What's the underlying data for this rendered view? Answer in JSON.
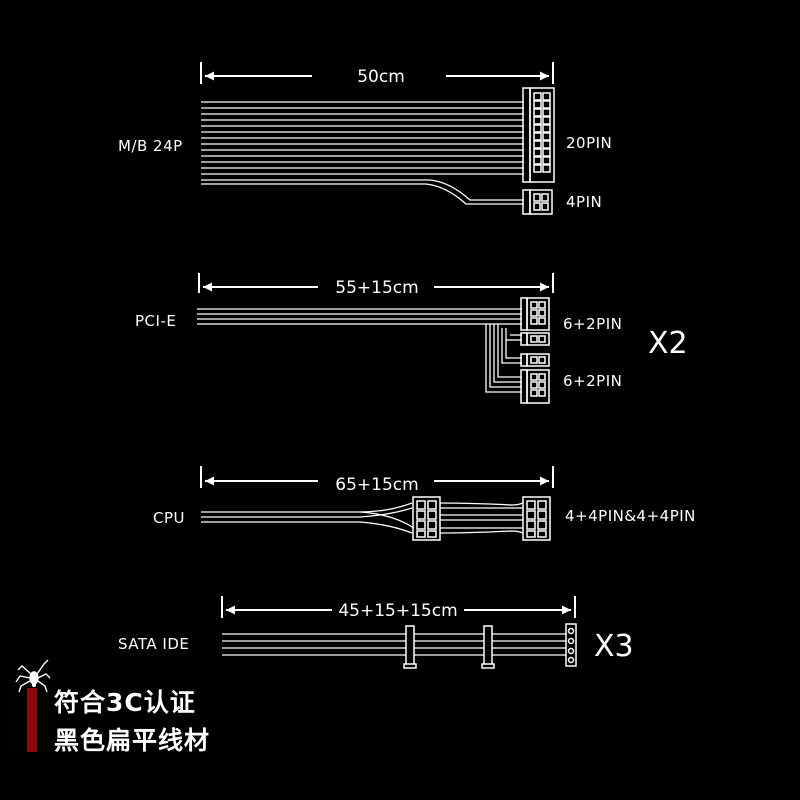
{
  "colors": {
    "background": "#000000",
    "line": "#ffffff",
    "brand_red": "#8b0a0a"
  },
  "cables": {
    "mb": {
      "label": "M/B 24P",
      "length": "50cm",
      "connector_main": "20PIN",
      "connector_extra": "4PIN"
    },
    "pcie": {
      "label": "PCI-E",
      "length": "55+15cm",
      "connector_1": "6+2PIN",
      "connector_2": "6+2PIN",
      "multiplier": "X2"
    },
    "cpu": {
      "label": "CPU",
      "length": "65+15cm",
      "connector": "4+4PIN&4+4PIN"
    },
    "sata": {
      "label": "SATA IDE",
      "length": "45+15+15cm",
      "multiplier": "X3"
    }
  },
  "badge": {
    "line1": "符合3C认证",
    "line2": "黑色扁平线材"
  },
  "icons": {
    "brand": "spider-logo-icon"
  }
}
